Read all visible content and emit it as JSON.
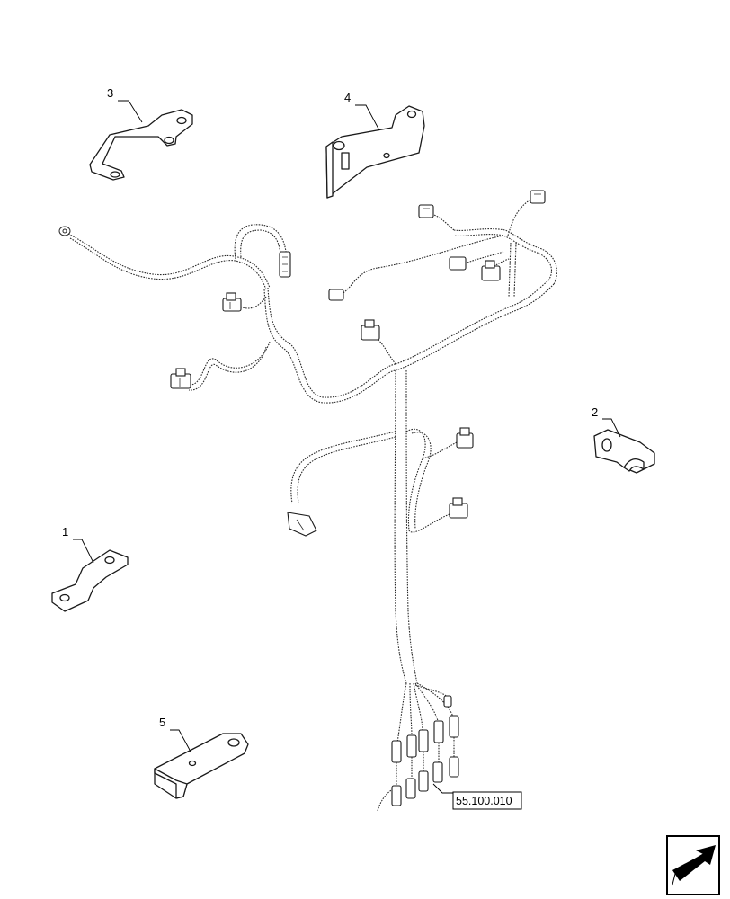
{
  "diagram": {
    "callouts": [
      {
        "id": "1",
        "label": "1"
      },
      {
        "id": "2",
        "label": "2"
      },
      {
        "id": "3",
        "label": "3"
      },
      {
        "id": "4",
        "label": "4"
      },
      {
        "id": "5",
        "label": "5"
      }
    ],
    "reference": {
      "label": "55.100.010"
    },
    "nav_icon": "arrow-next-page-icon"
  }
}
